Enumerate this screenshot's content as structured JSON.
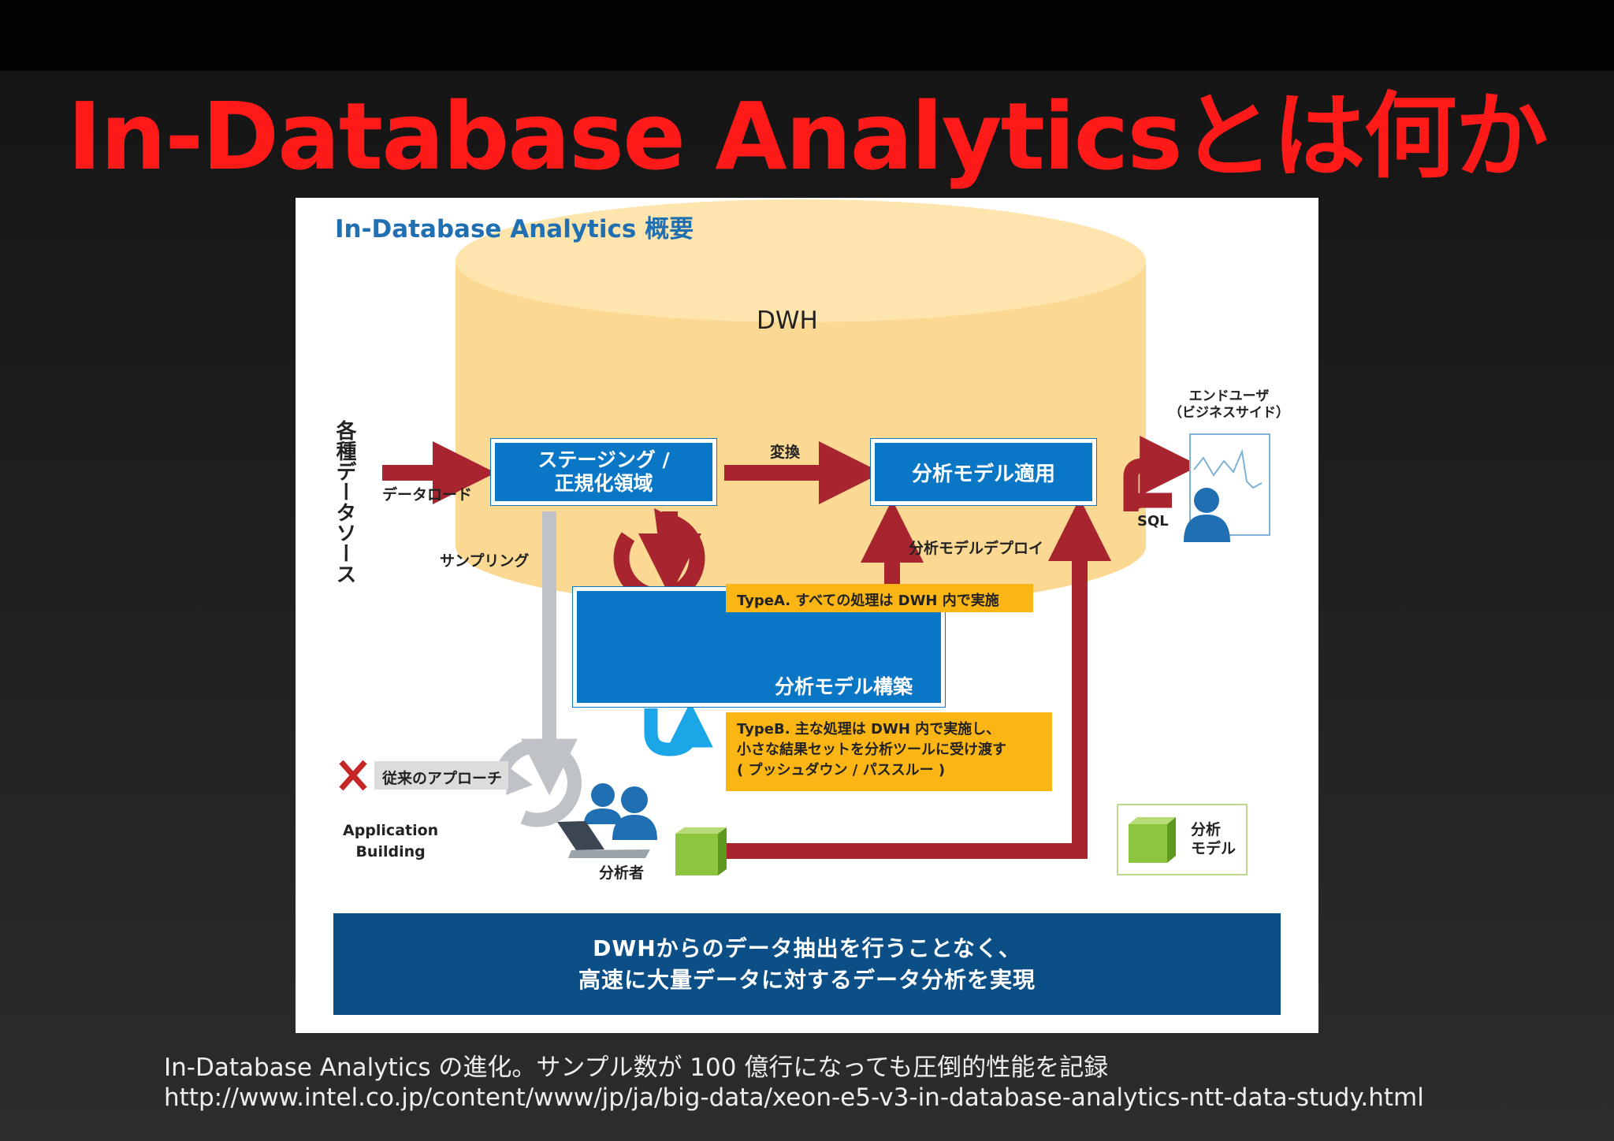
{
  "slide": {
    "title": "In-Database Analyticsとは何か",
    "caption_line1": "In-Database Analytics の進化。サンプル数が 100 億行になっても圧倒的性能を記録",
    "caption_line2": "http://www.intel.co.jp/content/www/jp/ja/big-data/xeon-e5-v3-in-database-analytics-ntt-data-study.html"
  },
  "diagram": {
    "heading": "In-Database Analytics 概要",
    "dwh_label": "DWH",
    "source_label": "各種データソース",
    "dataload_label": "データロード",
    "staging_line1": "ステージング /",
    "staging_line2": "正規化領域",
    "convert_label": "変換",
    "apply_label": "分析モデル適用",
    "enduser_line1": "エンドユーザ",
    "enduser_line2": "（ビジネスサイド）",
    "sql_label": "SQL",
    "deploy_label": "分析モデルデプロイ",
    "sampling_label": "サンプリング",
    "typea_label": "TypeA. すべての処理は DWH 内で実施",
    "build_label": "分析モデル構築",
    "typeb_line1": "TypeB. 主な処理は DWH 内で実施し、",
    "typeb_line2": "小さな結果セットを分析ツールに受け渡す",
    "typeb_line3": "( プッシュダウン / パススルー )",
    "legacy_label": "従来のアプローチ",
    "appbuild_line1": "Application",
    "appbuild_line2": "Building",
    "analyst_label": "分析者",
    "legend_line1": "分析",
    "legend_line2": "モデル",
    "banner_line1": "DWHからのデータ抽出を行うことなく、",
    "banner_line2": "高速に大量データに対するデータ分析を実現"
  },
  "colors": {
    "title_red": "#ff1a1a",
    "box_blue": "#0a76c6",
    "arrow_red": "#a8252f",
    "cylinder": "#fcd992",
    "note_orange": "#fbb514",
    "banner_navy": "#0b4f86",
    "cube_green": "#8cc63f"
  }
}
